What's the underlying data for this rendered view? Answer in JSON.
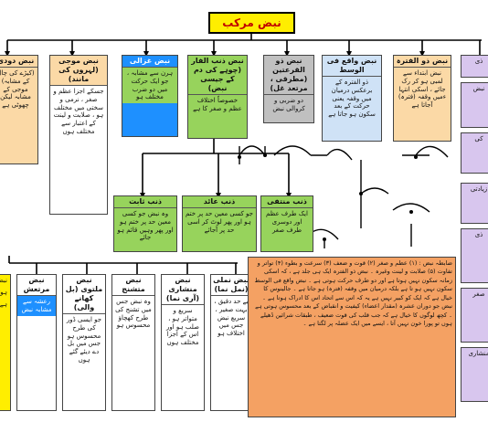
{
  "title": "نبض مرکب",
  "row1": [
    {
      "id": "r1a",
      "header": "نبض ذو الفترہ",
      "text": "نبض ابتداء سے لمبی ہو کر رک جائے ، اسکی انتہا ءمیں وقفہ (فترہ) آجاتا ہے",
      "color": "#fbd9a6"
    },
    {
      "id": "r1b",
      "header": "نبض واقع فی الوسط",
      "text": "ذو الفترہ کے برعکس درمیان میں وقفہ یعنی حرکت کے بعد سکون ہو جاتا ہے",
      "color": "#cfe2f6"
    },
    {
      "id": "r1c",
      "header": "نبض ذو القرعتین (مطرقی ، مرتعد غل)",
      "text": "دو ضربی و کروالی نبض",
      "color": "#c0c0c0"
    },
    {
      "id": "r1d",
      "header": "نبض ذنب الفار (چوہے کی دم کے جیسی نبض)",
      "text": "خصوصاً اختلاف عظم و صغر کا ہے",
      "color": "#97d35c"
    },
    {
      "id": "r1e",
      "header": "نبض غزالی",
      "text": "ہرن سے مشابہ ، جو ایک حرکت میں دو ضرب مختلف ہو",
      "color": "#1e90ff"
    },
    {
      "id": "r1f",
      "header": "نبض موجی (لہروں کی مانند)",
      "text": "جسکے اجزا عظم و صغر ، نرمی و سختی میں مختلف ہو ، صلابت و لینت کے اعتبار سے مختلف ہوں",
      "color": "#ffffff"
    },
    {
      "id": "r1g",
      "header": "نبض دودی",
      "text": "(کیڑے کی چال کے مشابہ) موجی کے مشابہ لیکن چھوٹی ہے",
      "color": "#fbd9a6"
    }
  ],
  "right_items": [
    "ذی",
    "نبض",
    "کی",
    "زیادتی",
    "ذی",
    "صغر",
    "منشاری"
  ],
  "row2": [
    {
      "id": "r2a",
      "header": "ذنب ثابت",
      "text": "وہ نبض جو کسی معین حد پر ختم ہو اور پھر وہیں قائم ہو جائے",
      "color": "#97d35c"
    },
    {
      "id": "r2b",
      "header": "ذنب عائد",
      "text": "جو کسی معین حد پر ختم ہو اور پھر لوٹ کر اسی حد پر آجائے",
      "color": "#97d35c"
    },
    {
      "id": "r2c",
      "header": "ذنب منتفی",
      "text": "ایک طرف عظم اور دوسری طرف صغر",
      "color": "#97d35c"
    }
  ],
  "row3": [
    {
      "id": "r3a",
      "header": "نبض نملی (نمل نما)",
      "text": "بے حد دقیق ، بہت صغیر ، سریع نبض جس میں اختلاف ہو",
      "color": "#ffffff"
    },
    {
      "id": "r3b",
      "header": "نبض منشاری (آری نما)",
      "text": "سریع و متواتر ہو ، صلب ہو اور اس کے اجزا مختلف ہوں",
      "color": "#ffffff"
    },
    {
      "id": "r3c",
      "header": "نبض متشنج",
      "text": "وہ نبض جس میں تشنج کی طرح کھچاؤ محسوس ہو",
      "color": "#ffffff"
    },
    {
      "id": "r3d",
      "header": "نبض ملتوی (بل کھانے والی)",
      "text": "جو ایسی ڈور کی طرح محسوس ہو جس میں بل دے دیئے گئے ہوں",
      "color": "#ffffff"
    },
    {
      "id": "r3e",
      "header": "نبض مرتعش",
      "text": "رعشہ سے مشابہ نبض",
      "color": "#ffffff"
    }
  ],
  "notes": "ضابطہ نبض : (۱) عظم و صغر (۲) قوت و ضعف (۳) سرعت و بطوء (۴) تواتر و تفاوت (۵) صلابت و لینت وغیرہ ۔ نبض ذو الفترہ ایک ہی جلد ہے ، کہ اسکی زمانہ سکون نہیں ہوتا ہے اور دو طرف حرکت ہوتی ہے ۔ نبض واقع فی الوسط سکون نہیں ہو تا ہے بلکہ درمیان میں وقفہ (فترہ) ہو جاتا ہے ۔ جالینوس کا خیال ہے کہ ایک کو کبیر نہیں ہے یہ کہ اس سے اتحاد اس کا ادراک ہوتا ہے ۔ نبض جو دوران عشرہ (مقدار اعضاء) کیفیت و انقباض کے بعد محسوس ہوتی ہے ۔ کچھ لوگوں کا خیال ہے کہ جب قلب کی قوت ضعیف ، طبقات شرائین ڈھیلے ہوں تو پورا خون نہیں آتا ، ایسے میں ایک عضلہ پر لگتا ہے ۔",
  "left_partial": [
    "نبض",
    "ہوتی",
    "ہے"
  ]
}
